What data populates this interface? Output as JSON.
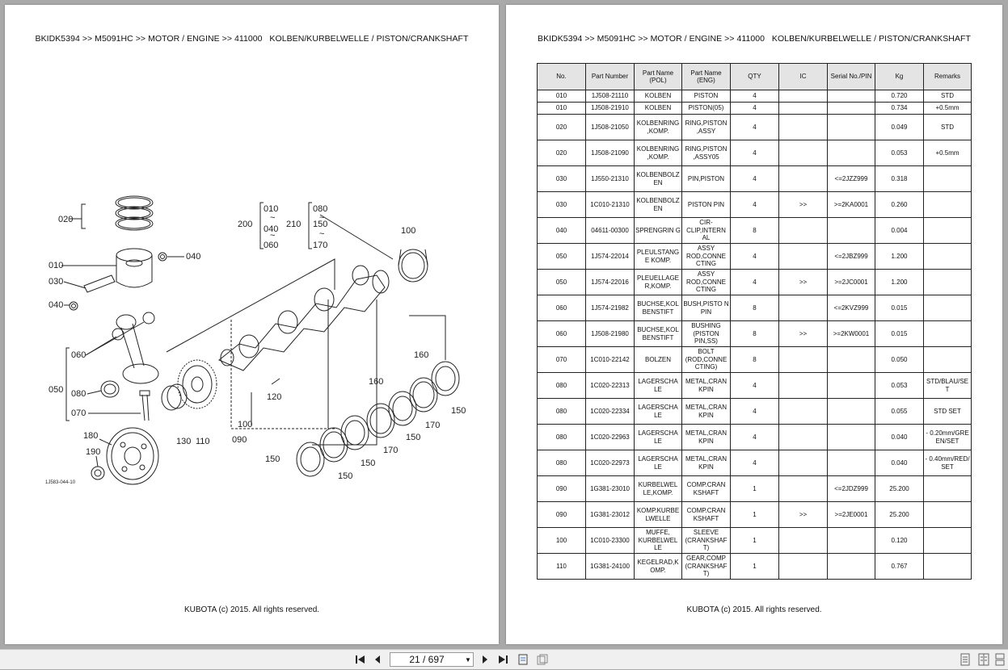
{
  "document": {
    "breadcrumb": "BKIDK5394 >> M5091HC >> MOTOR / ENGINE >> 411000   KOLBEN/KURBELWELLE / PISTON/CRANKSHAFT",
    "copyright": "KUBOTA (c) 2015. All rights reserved."
  },
  "diagram": {
    "ref_id": "1J583-044-10",
    "labels": {
      "l020": "020",
      "l040a": "040",
      "l010": "010",
      "l030": "030",
      "l040b": "040",
      "l060": "060",
      "l050": "050",
      "l080": "080",
      "l070": "070",
      "l180": "180",
      "l190": "190",
      "l130": "130",
      "l110": "110",
      "l090": "090",
      "l100a": "100",
      "l120": "120",
      "l100b": "100",
      "l160a": "160",
      "l160b": "160",
      "l150a": "150",
      "l170a": "170",
      "l150b": "150",
      "l170b": "170",
      "l150c": "150",
      "l150d": "150",
      "l150e": "150",
      "l200": "200",
      "l210": "210",
      "b200_top": "010",
      "b200_mid": "040",
      "b200_bot": "060",
      "b210_top": "080",
      "b210_mid": "150",
      "b210_bot": "170"
    }
  },
  "table": {
    "headers": [
      "No.",
      "Part Number",
      "Part Name (POL)",
      "Part Name (ENG)",
      "QTY",
      "IC",
      "Serial No./PIN",
      "Kg",
      "Remarks"
    ],
    "rows": [
      {
        "no": "010",
        "pn": "1J508-21110",
        "pol": "KOLBEN",
        "eng": "PISTON",
        "qty": "4",
        "ic": "",
        "serial": "",
        "kg": "0.720",
        "rem": "STD"
      },
      {
        "no": "010",
        "pn": "1J508-21910",
        "pol": "KOLBEN",
        "eng": "PISTON(05)",
        "qty": "4",
        "ic": "",
        "serial": "",
        "kg": "0.734",
        "rem": "+0.5mm"
      },
      {
        "no": "020",
        "pn": "1J508-21050",
        "pol": "KOLBENRING ,KOMP.",
        "eng": "RING,PISTON ,ASSY",
        "qty": "4",
        "ic": "",
        "serial": "",
        "kg": "0.049",
        "rem": "STD"
      },
      {
        "no": "020",
        "pn": "1J508-21090",
        "pol": "KOLBENRING ,KOMP.",
        "eng": "RING,PISTON ,ASSY05",
        "qty": "4",
        "ic": "",
        "serial": "",
        "kg": "0.053",
        "rem": "+0.5mm"
      },
      {
        "no": "030",
        "pn": "1J550-21310",
        "pol": "KOLBENBOLZ EN",
        "eng": "PIN,PISTON",
        "qty": "4",
        "ic": "",
        "serial": "<=2JZZ999",
        "kg": "0.318",
        "rem": ""
      },
      {
        "no": "030",
        "pn": "1C010-21310",
        "pol": "KOLBENBOLZ EN",
        "eng": "PISTON PIN",
        "qty": "4",
        "ic": ">>",
        "serial": ">=2KA0001",
        "kg": "0.260",
        "rem": ""
      },
      {
        "no": "040",
        "pn": "04611-00300",
        "pol": "SPRENGRIN G",
        "eng": "CIR- CLIP,INTERN AL",
        "qty": "8",
        "ic": "",
        "serial": "",
        "kg": "0.004",
        "rem": ""
      },
      {
        "no": "050",
        "pn": "1J574-22014",
        "pol": "PLEULSTANG E KOMP.",
        "eng": "ASSY ROD,CONNE CTING",
        "qty": "4",
        "ic": "",
        "serial": "<=2JBZ999",
        "kg": "1.200",
        "rem": ""
      },
      {
        "no": "050",
        "pn": "1J574-22016",
        "pol": "PLEUELLAGE R,KOMP.",
        "eng": "ASSY ROD,CONNE CTING",
        "qty": "4",
        "ic": ">>",
        "serial": ">=2JC0001",
        "kg": "1.200",
        "rem": ""
      },
      {
        "no": "060",
        "pn": "1J574-21982",
        "pol": "BUCHSE,KOL BENSTIFT",
        "eng": "BUSH,PISTO N PIN",
        "qty": "8",
        "ic": "",
        "serial": "<=2KVZ999",
        "kg": "0.015",
        "rem": ""
      },
      {
        "no": "060",
        "pn": "1J508-21980",
        "pol": "BUCHSE,KOL BENSTIFT",
        "eng": "BUSHING (PISTON PIN,SS)",
        "qty": "8",
        "ic": ">>",
        "serial": ">=2KW0001",
        "kg": "0.015",
        "rem": ""
      },
      {
        "no": "070",
        "pn": "1C010-22142",
        "pol": "BOLZEN",
        "eng": "BOLT (ROD,CONNE CTING)",
        "qty": "8",
        "ic": "",
        "serial": "",
        "kg": "0.050",
        "rem": ""
      },
      {
        "no": "080",
        "pn": "1C020-22313",
        "pol": "LAGERSCHA LE",
        "eng": "METAL,CRAN KPIN",
        "qty": "4",
        "ic": "",
        "serial": "",
        "kg": "0.053",
        "rem": "STD/BLAU/SE T"
      },
      {
        "no": "080",
        "pn": "1C020-22334",
        "pol": "LAGERSCHA LE",
        "eng": "METAL,CRAN KPIN",
        "qty": "4",
        "ic": "",
        "serial": "",
        "kg": "0.055",
        "rem": "STD SET"
      },
      {
        "no": "080",
        "pn": "1C020-22963",
        "pol": "LAGERSCHA LE",
        "eng": "METAL,CRAN KPIN",
        "qty": "4",
        "ic": "",
        "serial": "",
        "kg": "0.040",
        "rem": "- 0.20mm/GRE EN/SET"
      },
      {
        "no": "080",
        "pn": "1C020-22973",
        "pol": "LAGERSCHA LE",
        "eng": "METAL,CRAN KPIN",
        "qty": "4",
        "ic": "",
        "serial": "",
        "kg": "0.040",
        "rem": "- 0.40mm/RED/ SET"
      },
      {
        "no": "090",
        "pn": "1G381-23010",
        "pol": "KURBELWEL LE,KOMP.",
        "eng": "COMP.CRAN KSHAFT",
        "qty": "1",
        "ic": "",
        "serial": "<=2JDZ999",
        "kg": "25.200",
        "rem": ""
      },
      {
        "no": "090",
        "pn": "1G381-23012",
        "pol": "KOMP.KURBE LWELLE",
        "eng": "COMP.CRAN KSHAFT",
        "qty": "1",
        "ic": ">>",
        "serial": ">=2JE0001",
        "kg": "25.200",
        "rem": ""
      },
      {
        "no": "100",
        "pn": "1C010-23300",
        "pol": "MUFFE, KURBELWEL LE",
        "eng": "SLEEVE (CRANKSHAF T)",
        "qty": "1",
        "ic": "",
        "serial": "",
        "kg": "0.120",
        "rem": ""
      },
      {
        "no": "110",
        "pn": "1G381-24100",
        "pol": "KEGELRAD,K OMP.",
        "eng": "GEAR,COMP (CRANKSHAF T)",
        "qty": "1",
        "ic": "",
        "serial": "",
        "kg": "0.767",
        "rem": ""
      }
    ]
  },
  "toolbar": {
    "page_display": "21 / 697",
    "icons": [
      "first-page-icon",
      "prev-page-icon",
      "next-page-icon",
      "last-page-icon",
      "rotate-page-icon",
      "fit-page-icon",
      "single-page-view-icon",
      "two-page-view-icon",
      "continuous-view-icon"
    ]
  }
}
